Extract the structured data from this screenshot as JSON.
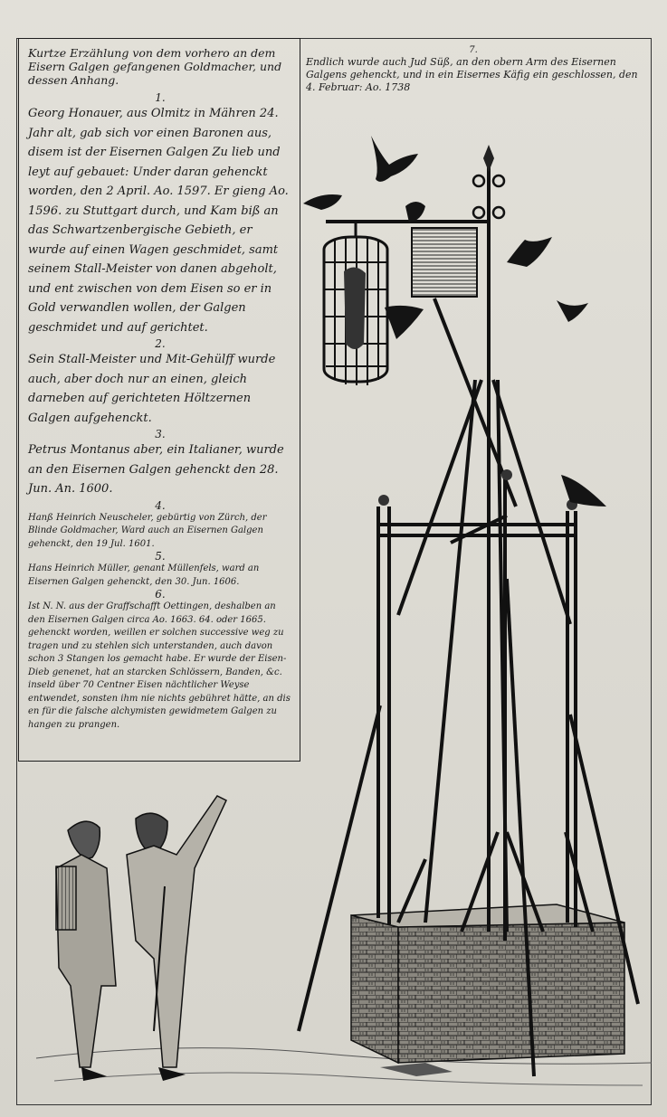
{
  "header": {
    "title": "Kurtze Erzählung von dem vorhero an dem Eisern Galgen gefangenen Goldmacher, und dessen Anhang."
  },
  "entries": [
    {
      "num": "1.",
      "text": "Georg Honauer, aus Olmitz in Mähren 24. Jahr alt, gab sich vor einen Baronen aus, disem ist der Eisernen Galgen Zu lieb und leyt auf gebauet: Under daran gehenckt worden, den 2 April. Ao. 1597. Er gieng Ao. 1596. zu Stuttgart durch, und Kam biß an das Schwartzenbergische Gebieth, er wurde auf einen Wagen geschmidet, samt seinem Stall-Meister von danen abgeholt, und ent zwischen von dem Eisen so er in Gold verwandlen wollen, der Galgen geschmidet und auf gerichtet."
    },
    {
      "num": "2.",
      "text": "Sein Stall-Meister und Mit-Gehülff wurde auch, aber doch nur an einen, gleich darneben auf gerichteten Höltzernen Galgen aufgehenckt."
    },
    {
      "num": "3.",
      "text": "Petrus Montanus aber, ein Italianer, wurde an den Eisernen Galgen gehenckt den 28. Jun. An. 1600."
    },
    {
      "num": "4.",
      "text": "Hanß Heinrich Neuscheler, gebürtig von Zürch, der Blinde Goldmacher, Ward auch an Eisernen Galgen gehenckt, den 19 Jul. 1601."
    },
    {
      "num": "5.",
      "text": "Hans Heinrich Müller, genant Müllenfels, ward an Eisernen Galgen gehenckt, den 30. Jun. 1606."
    },
    {
      "num": "6.",
      "text": "Ist N. N. aus der Graffschafft Oettingen, deshalben an den Eisernen Galgen circa Ao. 1663. 64. oder 1665. gehenckt worden, weillen er solchen successive weg zu tragen und zu stehlen sich unterstanden, auch davon schon 3 Stangen los gemacht habe. Er wurde der Eisen-Dieb genenet, hat an starcken Schlössern, Banden, &c. inseld über 70 Centner Eisen nächtlicher Weyse entwendet, sonsten ihm nie nichts gebühret hätte, an dis en für die falsche alchymisten gewidmetem Galgen zu hangen zu prangen."
    }
  ],
  "right_caption": {
    "num": "7.",
    "text": "Endlich wurde auch Jud Süß, an den obern Arm des Eisernen Galgens gehenckt, und in ein Eisernes Käfig ein geschlossen, den 4. Februar: Ao. 1738"
  },
  "colors": {
    "paper": "#dcdad2",
    "ink": "#1c1c1c"
  }
}
